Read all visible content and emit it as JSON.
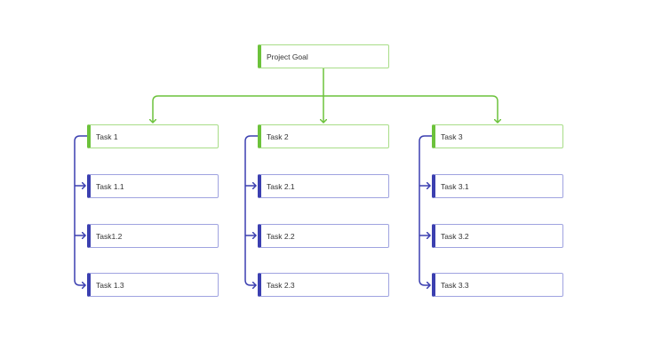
{
  "colors": {
    "green_accent": "#6cc23b",
    "green_border": "#a8dd88",
    "blue_accent": "#3b3fb0",
    "blue_border": "#9fa3e0"
  },
  "goal": {
    "label": "Project Goal"
  },
  "tasks": [
    {
      "label": "Task 1",
      "subtasks": [
        {
          "label": "Task 1.1"
        },
        {
          "label": "Task1.2"
        },
        {
          "label": "Task 1.3"
        }
      ]
    },
    {
      "label": "Task 2",
      "subtasks": [
        {
          "label": "Task 2.1"
        },
        {
          "label": "Task 2.2"
        },
        {
          "label": "Task 2.3"
        }
      ]
    },
    {
      "label": "Task 3",
      "subtasks": [
        {
          "label": "Task 3.1"
        },
        {
          "label": "Task 3.2"
        },
        {
          "label": "Task 3.3"
        }
      ]
    }
  ]
}
